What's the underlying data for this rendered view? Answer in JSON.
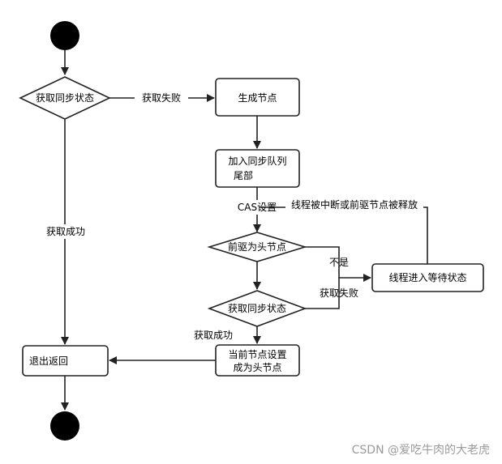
{
  "nodes": {
    "decision_acquire_1": "获取同步状态",
    "create_node": "生成节点",
    "enqueue_line1": "加入同步队列",
    "enqueue_line2": "尾部",
    "decision_pred_head": "前驱为头节点",
    "wait_state": "线程进入等待状态",
    "decision_acquire_2": "获取同步状态",
    "set_head_line1": "当前节点设置",
    "set_head_line2": "成为头节点",
    "exit_return": "退出返回"
  },
  "edges": {
    "acquire_failed_1": "获取失败",
    "acquire_success_1": "获取成功",
    "cas_set": "CAS设置",
    "interrupted_or_released": "线程被中断或前驱节点被释放",
    "not_head": "不是",
    "acquire_failed_2": "获取失败",
    "acquire_success_2": "获取成功"
  },
  "watermark": "CSDN @爱吃牛肉的大老虎"
}
